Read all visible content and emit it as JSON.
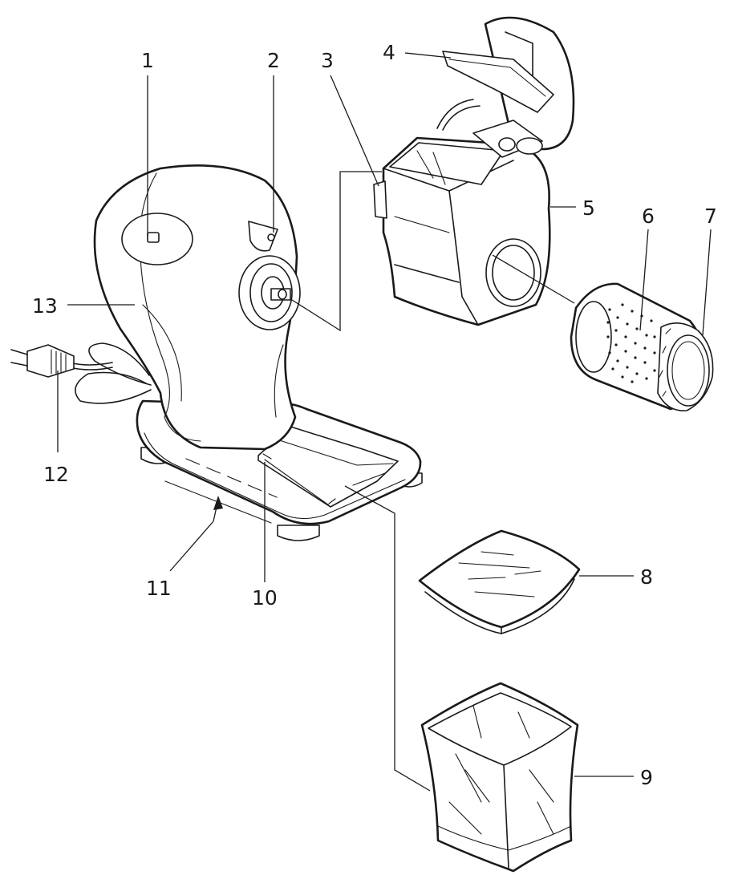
{
  "diagram": {
    "type": "exploded-view parts diagram",
    "callouts": [
      {
        "id": "c1",
        "text": "1"
      },
      {
        "id": "c2",
        "text": "2"
      },
      {
        "id": "c3",
        "text": "3"
      },
      {
        "id": "c4",
        "text": "4"
      },
      {
        "id": "c5",
        "text": "5"
      },
      {
        "id": "c6",
        "text": "6"
      },
      {
        "id": "c7",
        "text": "7"
      },
      {
        "id": "c8",
        "text": "8"
      },
      {
        "id": "c9",
        "text": "9"
      },
      {
        "id": "c10",
        "text": "10"
      },
      {
        "id": "c11",
        "text": "11"
      },
      {
        "id": "c12",
        "text": "12"
      },
      {
        "id": "c13",
        "text": "13"
      }
    ]
  },
  "colors": {
    "line": "#1a1a1a",
    "background": "#ffffff"
  }
}
